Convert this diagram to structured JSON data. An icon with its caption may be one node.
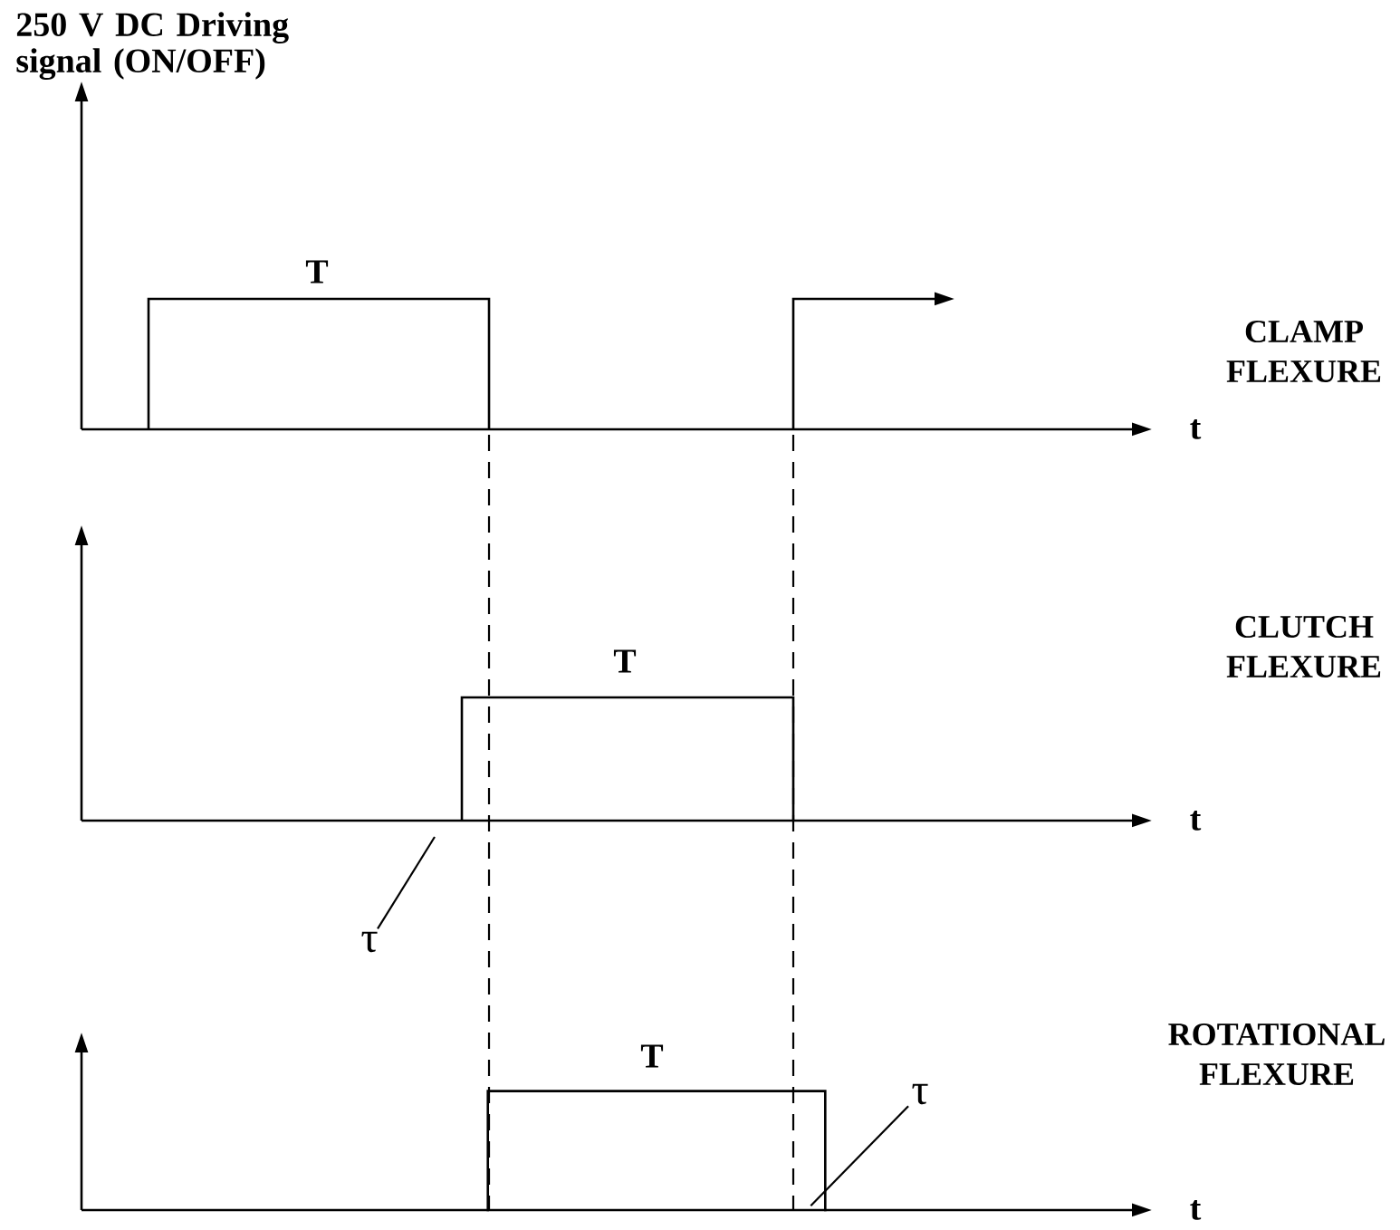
{
  "diagram": {
    "title": "250 V DC Driving signal (ON/OFF)",
    "nodes": [
      {
        "text": [
          "τ"
        ]
      },
      {
        "text": [
          "τ"
        ]
      },
      {
        "text": [],
        "shape": "bar"
      }
    ],
    "edges": [
      {
        "from": 0,
        "to": null,
        "arrow": "none"
      },
      {
        "from": 1,
        "to": 2,
        "arrow": "none"
      }
    ],
    "labels": [
      "T",
      "CLAMP FLEXURE",
      "t",
      "T",
      "CLUTCH FLEXURE",
      "t",
      "T",
      "ROTATIONAL FLEXURE",
      "t"
    ]
  }
}
